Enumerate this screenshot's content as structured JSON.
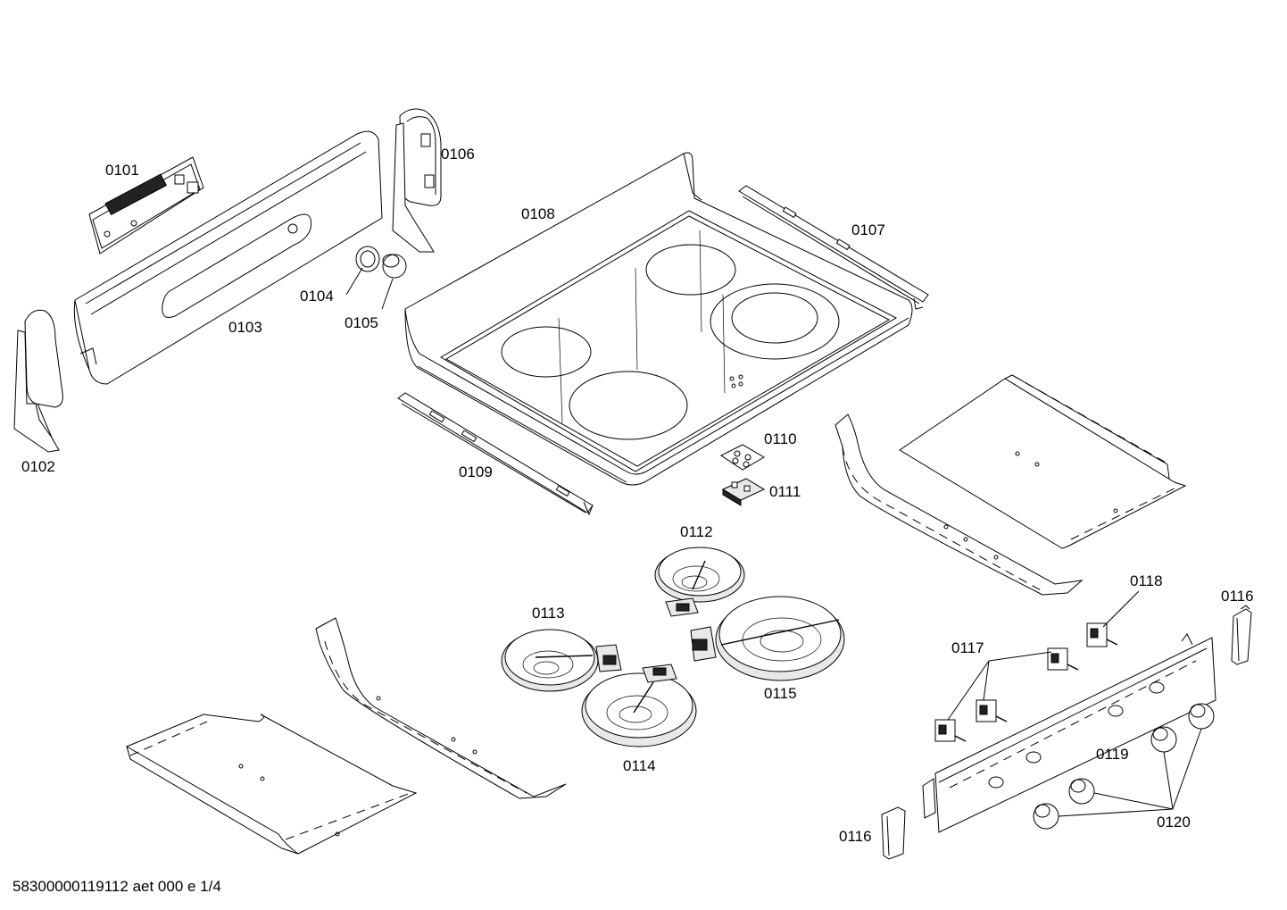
{
  "labels": {
    "p0101": "0101",
    "p0102": "0102",
    "p0103": "0103",
    "p0104": "0104",
    "p0105": "0105",
    "p0106": "0106",
    "p0107": "0107",
    "p0108": "0108",
    "p0109": "0109",
    "p0110": "0110",
    "p0111": "0111",
    "p0112": "0112",
    "p0113": "0113",
    "p0114": "0114",
    "p0115": "0115",
    "p0116a": "0116",
    "p0116b": "0116",
    "p0117": "0117",
    "p0118": "0118",
    "p0119": "0119",
    "p0120": "0120"
  },
  "footer": "58300000119112 aet 000 e 1/4"
}
